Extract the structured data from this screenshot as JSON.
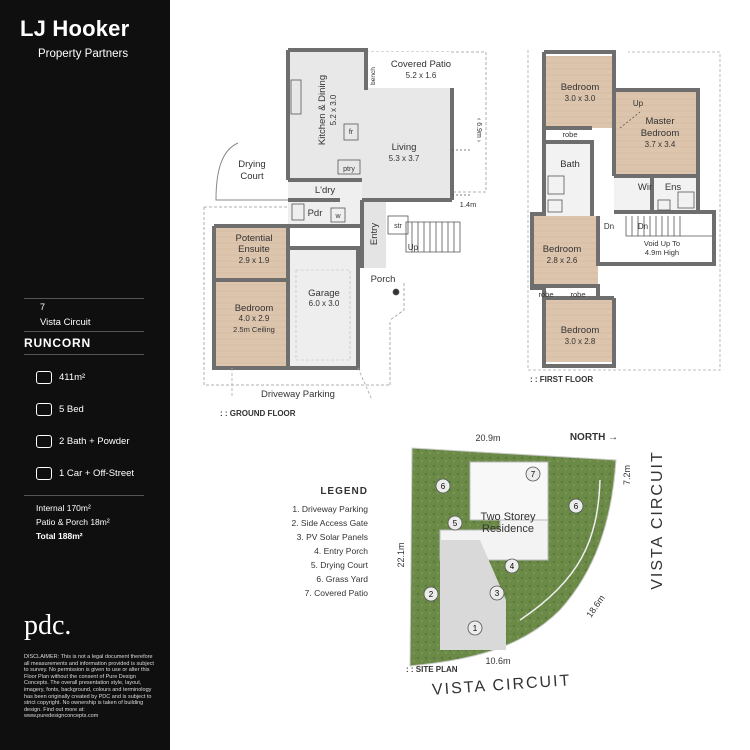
{
  "brand": {
    "name": "LJ Hooker",
    "sub": "Property Partners"
  },
  "address": {
    "number": "7",
    "street": "Vista Circuit",
    "suburb": "RUNCORN"
  },
  "stats": [
    {
      "icon": "land-icon",
      "label": "411m²"
    },
    {
      "icon": "bed-icon",
      "label": "5 Bed"
    },
    {
      "icon": "bath-icon",
      "label": "2 Bath + Powder"
    },
    {
      "icon": "car-icon",
      "label": "1 Car + Off-Street"
    }
  ],
  "areas": {
    "internal": "Internal 170m²",
    "patio": "Patio & Porch 18m²",
    "total": "Total 188m²"
  },
  "pdc": "pdc.",
  "disclaimer": "DISCLAIMER: This is not a legal document therefore all measurements and information provided is subject to survey. No permission is given to use or alter this Floor Plan without the consent of Pure Design Concepts. The overall presentation style, layout, imagery, fonts, background, colours and terminology has been originally created by PDC and is subject to strict copyright. No ownership is taken of building design. Find out more at: www.puredesignconcepts.com",
  "ground": {
    "label": ": : GROUND FLOOR",
    "rooms": {
      "patio": {
        "name": "Covered Patio",
        "dim": "5.2 x 1.6"
      },
      "kitchen": {
        "name": "Kitchen & Dining",
        "dim": "5.2 x 3.0"
      },
      "living": {
        "name": "Living",
        "dim": "5.3 x 3.7"
      },
      "drying": {
        "name": "Drying",
        "name2": "Court"
      },
      "ldry": {
        "name": "L'dry"
      },
      "pdr": {
        "name": "Pdr"
      },
      "ensuite": {
        "name": "Potential",
        "name2": "Ensuite",
        "dim": "2.9 x 1.9"
      },
      "bedroom": {
        "name": "Bedroom",
        "dim": "4.0 x 2.9",
        "note": "2.5m Ceiling"
      },
      "garage": {
        "name": "Garage",
        "dim": "6.0 x 3.0"
      },
      "entry": {
        "name": "Entry"
      },
      "porch": {
        "name": "Porch"
      },
      "driveway": {
        "name": "Driveway Parking"
      }
    },
    "labels": {
      "bench": "bench",
      "ptry": "ptry",
      "fr": "fr",
      "w": "w",
      "str": "str",
      "up": "Up",
      "dim69": "‹ 6.9m ›",
      "dim14": "1.4m"
    }
  },
  "first": {
    "label": ": : FIRST FLOOR",
    "rooms": {
      "bed1": {
        "name": "Bedroom",
        "dim": "3.0 x 3.0"
      },
      "master": {
        "name": "Master",
        "name2": "Bedroom",
        "dim": "3.7 x 3.4"
      },
      "bath": {
        "name": "Bath"
      },
      "wir": {
        "name": "Wir"
      },
      "ens": {
        "name": "Ens"
      },
      "bed2": {
        "name": "Bedroom",
        "dim": "2.8 x 2.6"
      },
      "bed3": {
        "name": "Bedroom",
        "dim": "3.0 x 2.8"
      },
      "void": {
        "name": "Void Up To",
        "name2": "4.9m High"
      }
    },
    "labels": {
      "robe": "robe",
      "up": "Up",
      "dn": "Dn"
    }
  },
  "legend": {
    "title": "LEGEND",
    "items": [
      "1. Driveway Parking",
      "2. Side Access Gate",
      "3. PV Solar Panels",
      "4. Entry Porch",
      "5. Drying Court",
      "6. Grass Yard",
      "7. Covered Patio"
    ]
  },
  "site": {
    "label": ": : SITE PLAN",
    "north": "NORTH →",
    "residence": "Two Storey",
    "residence2": "Residence",
    "street_bottom": "VISTA CIRCUIT",
    "street_right": "VISTA CIRCUIT",
    "dims": {
      "top": "20.9m",
      "left": "22.1m",
      "bottom": "10.6m",
      "diag": "18.6m",
      "right": "7.2m"
    },
    "markers": [
      "1",
      "2",
      "3",
      "4",
      "5",
      "6",
      "6",
      "7"
    ]
  },
  "colors": {
    "wood": "#dcc4ad",
    "concrete": "#e6e6e6",
    "tile": "#efefef",
    "wall": "#6e6e6e",
    "grass": "#5f7f3f",
    "sidebar": "#0f0f0f"
  }
}
